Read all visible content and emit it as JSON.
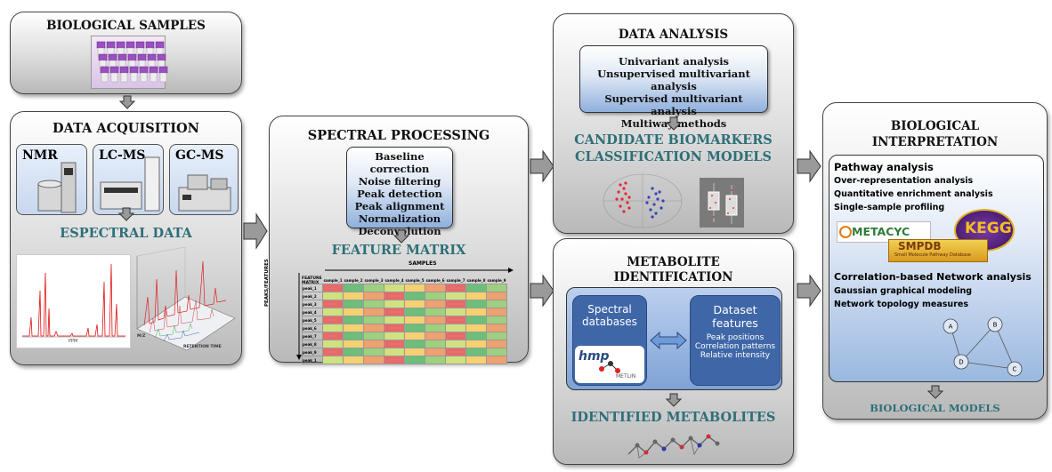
{
  "biological_samples": {
    "title": "BIOLOGICAL SAMPLES"
  },
  "data_acquisition": {
    "title": "DATA ACQUISITION",
    "instruments": [
      "NMR",
      "LC-MS",
      "GC-MS"
    ],
    "output": "ESPECTRAL DATA",
    "spectrum_axis_label": "PPM",
    "surface_axis_x": "RETENTION TIME",
    "surface_axis_y": "M/Z"
  },
  "spectral_processing": {
    "title": "SPECTRAL PROCESSING",
    "steps": [
      "Baseline correction",
      "Noise filtering",
      "Peak detection",
      "Peak alignment",
      "Normalization",
      "Deconvolution"
    ],
    "output": "FEATURE MATRIX",
    "matrix_header": "SAMPLES",
    "matrix_side_label": "PEAKS/FEATURES",
    "matrix_corner": "FEATURE MATRIX",
    "matrix_columns": [
      "sample_1",
      "sample_2",
      "sample_3",
      "sample_4",
      "sample_5",
      "sample_6",
      "sample_7",
      "sample_8",
      "sample_9"
    ],
    "matrix_rows": [
      "peak_1",
      "peak_2",
      "peak_3",
      "peak_4",
      "peak_5",
      "peak_6",
      "peak_7",
      "peak_8",
      "peak_9",
      "peak_1"
    ]
  },
  "data_analysis": {
    "title": "DATA ANALYSIS",
    "methods": [
      "Univariant analysis",
      "Unsupervised multivariant analysis",
      "Supervised multivariant analysis",
      "Multiway methods"
    ],
    "outputs": [
      "CANDIDATE BIOMARKERS",
      "CLASSIFICATION MODELS"
    ]
  },
  "metabolite_identification": {
    "title_lines": [
      "METABOLITE",
      "IDENTIFICATION"
    ],
    "left_box": [
      "Spectral",
      "databases"
    ],
    "right_box_title": [
      "Dataset",
      "features"
    ],
    "right_box_items": [
      "Peak positions",
      "Correlation patterns",
      "Relative intensity"
    ],
    "logos": [
      "hmp",
      "METLIN"
    ],
    "output": "IDENTIFIED METABOLITES"
  },
  "biological_interpretation": {
    "title_lines": [
      "BIOLOGICAL",
      "INTERPRETATION"
    ],
    "pathway_heading": "Pathway analysis",
    "pathway_items": [
      "Over-representation analysis",
      "Quantitative enrichment analysis",
      "Single-sample profiling"
    ],
    "logos": [
      "METACYC",
      "SMPDB",
      "Small Molecule Pathway Database",
      "KEGG"
    ],
    "network_heading": "Correlation-based Network analysis",
    "network_items": [
      "Gaussian graphical modeling",
      "Network topology measures"
    ],
    "network_nodes": [
      "A",
      "B",
      "D",
      "C"
    ],
    "output": "BIOLOGICAL MODELS"
  }
}
